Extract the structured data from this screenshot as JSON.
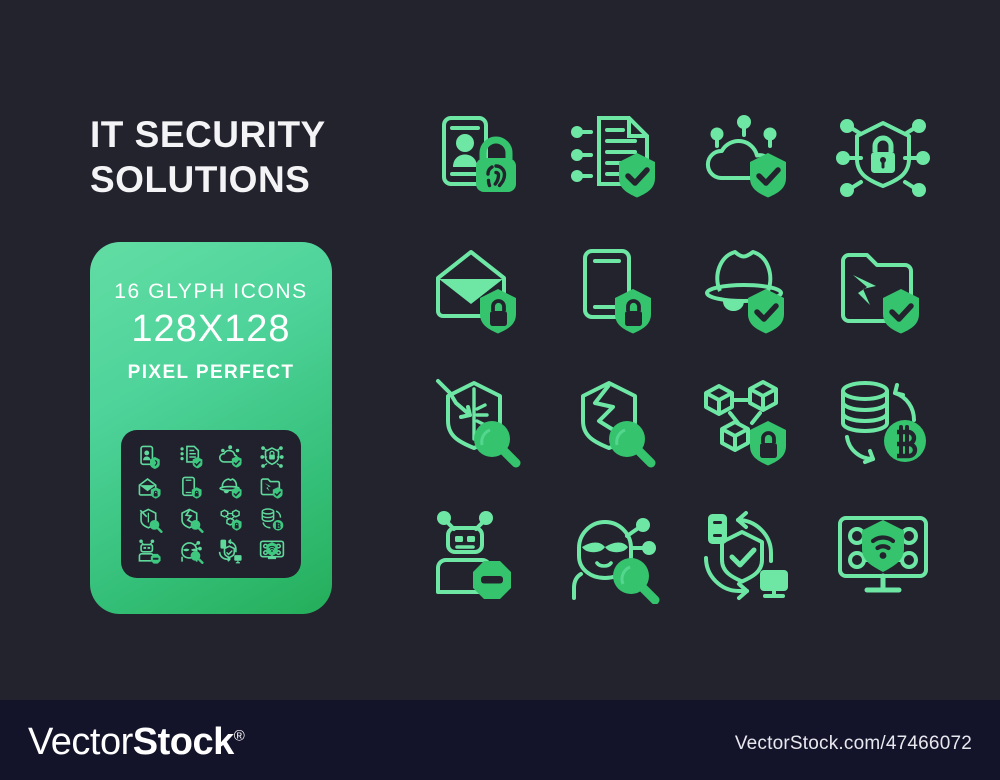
{
  "background": {
    "page_color": "#23232e",
    "footer_color": "#13132a"
  },
  "title": {
    "line1": "IT SECURITY",
    "line2": "SOLUTIONS",
    "color": "#f4f4f6"
  },
  "promo_card": {
    "line1": "16 GLYPH ICONS",
    "line2": "128X128",
    "line3": "PIXEL PERFECT",
    "gradient_from": "#62dda4",
    "gradient_to": "#24ae5a",
    "inner_panel_color": "#20212c"
  },
  "icon_color_light": "#6ee7a5",
  "icon_color_solid": "#35c46d",
  "icons": [
    {
      "name": "mobile-identity-fingerprint-lock-icon",
      "row": 1,
      "col": 1
    },
    {
      "name": "document-checklist-shield-check-icon",
      "row": 1,
      "col": 2
    },
    {
      "name": "cloud-network-shield-check-icon",
      "row": 1,
      "col": 3
    },
    {
      "name": "network-nodes-shield-lock-icon",
      "row": 1,
      "col": 4
    },
    {
      "name": "email-envelope-shield-lock-icon",
      "row": 2,
      "col": 1
    },
    {
      "name": "smartphone-shield-lock-icon",
      "row": 2,
      "col": 2
    },
    {
      "name": "incognito-hat-shield-check-icon",
      "row": 2,
      "col": 3
    },
    {
      "name": "folder-broken-shield-check-icon",
      "row": 2,
      "col": 4
    },
    {
      "name": "shield-breach-arrow-magnifier-icon",
      "row": 3,
      "col": 1
    },
    {
      "name": "cracked-shield-magnifier-icon",
      "row": 3,
      "col": 2
    },
    {
      "name": "blockchain-cubes-shield-lock-icon",
      "row": 3,
      "col": 3
    },
    {
      "name": "database-bitcoin-exchange-icon",
      "row": 3,
      "col": 4
    },
    {
      "name": "robot-bot-block-stop-icon",
      "row": 4,
      "col": 1
    },
    {
      "name": "hacker-hoodie-magnifier-icon",
      "row": 4,
      "col": 2
    },
    {
      "name": "device-sync-shield-check-icon",
      "row": 4,
      "col": 3
    },
    {
      "name": "monitor-wifi-shield-network-icon",
      "row": 4,
      "col": 4
    }
  ],
  "footer": {
    "logo_part1": "Vector",
    "logo_part2": "Stock",
    "logo_registered": "®",
    "url": "VectorStock.com/47466072"
  }
}
